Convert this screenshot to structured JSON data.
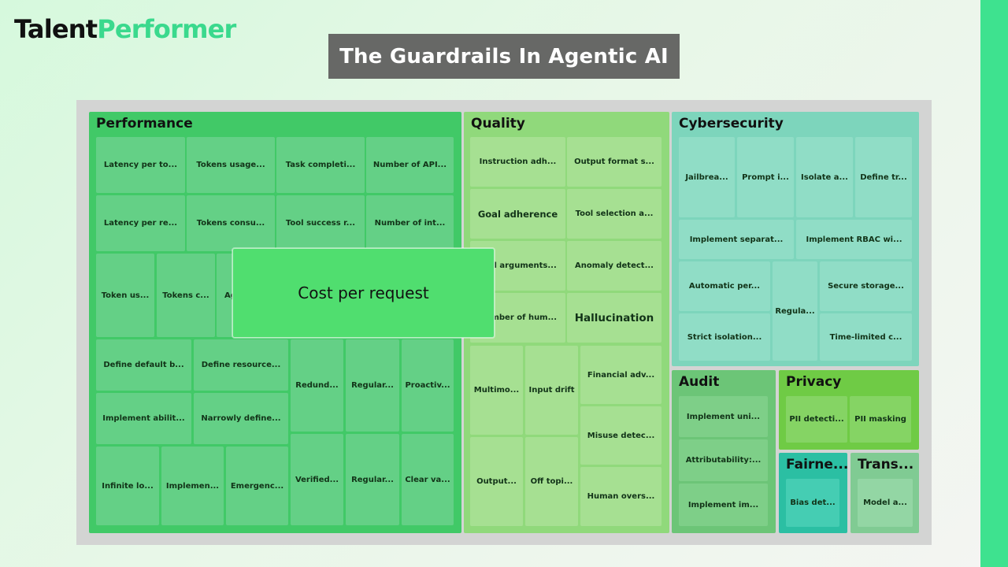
{
  "brand": {
    "part1": "Talent",
    "part2": "Performer",
    "accent": "#3ad98d"
  },
  "title": "The Guardrails In Agentic AI",
  "tooltip": {
    "label": "Cost per request"
  },
  "groups": {
    "performance": {
      "label": "Performance",
      "color": "#41c967",
      "items": [
        "Latency per to...",
        "Tokens usage...",
        "Task completi...",
        "Number of API...",
        "Latency per re...",
        "Tokens consu...",
        "Tool success r...",
        "Number of int...",
        "Token us...",
        "Tokens c...",
        "Ag...",
        "Define default b...",
        "Define resource...",
        "Implement abilit...",
        "Narrowly define...",
        "Infinite lo...",
        "Implemen...",
        "Emergenc...",
        "Redund...",
        "Regular...",
        "Proactiv...",
        "Verified...",
        "Regular...",
        "Clear va..."
      ]
    },
    "quality": {
      "label": "Quality",
      "color": "#90d97b",
      "items": [
        "Instruction adh...",
        "Output format s...",
        "Goal adherence",
        "Tool selection a...",
        "Tool arguments...",
        "Anomaly detect...",
        "Number of hum...",
        "Hallucination",
        "Multimo...",
        "Input drift",
        "Financial adv...",
        "Misuse detec...",
        "Output...",
        "Off topi...",
        "Human overs..."
      ]
    },
    "cybersecurity": {
      "label": "Cybersecurity",
      "color": "#7dd5bc",
      "items": [
        "Jailbrea...",
        "Prompt i...",
        "Isolate a...",
        "Define tr...",
        "Implement separat...",
        "Implement RBAC wi...",
        "Automatic per...",
        "Regula...",
        "Secure storage...",
        "Strict isolation...",
        "Time-limited c..."
      ]
    },
    "audit": {
      "label": "Audit",
      "color": "#6cc577",
      "items": [
        "Implement uni...",
        "Attributability:...",
        "Implement im..."
      ]
    },
    "privacy": {
      "label": "Privacy",
      "color": "#6fcb45",
      "items": [
        "PII detecti...",
        "PII masking"
      ]
    },
    "fairness": {
      "label": "Fairne...",
      "color": "#2bbfa3",
      "items": [
        "Bias det..."
      ]
    },
    "transparency": {
      "label": "Trans...",
      "color": "#80cb93",
      "items": [
        "Model a..."
      ]
    }
  }
}
